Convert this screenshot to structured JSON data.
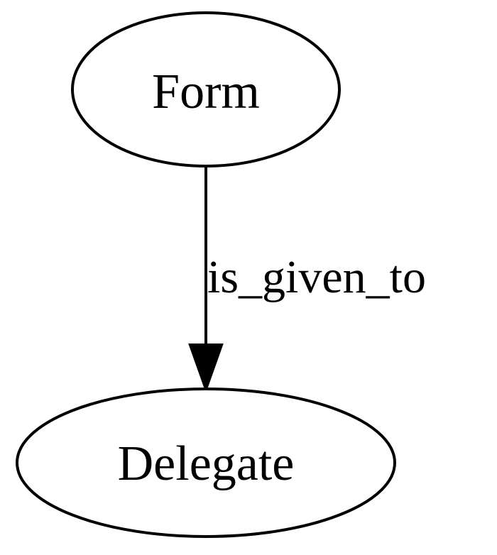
{
  "graph": {
    "nodes": [
      {
        "id": "form",
        "label": "Form"
      },
      {
        "id": "delegate",
        "label": "Delegate"
      }
    ],
    "edges": [
      {
        "from": "form",
        "to": "delegate",
        "label": "is_given_to"
      }
    ]
  }
}
